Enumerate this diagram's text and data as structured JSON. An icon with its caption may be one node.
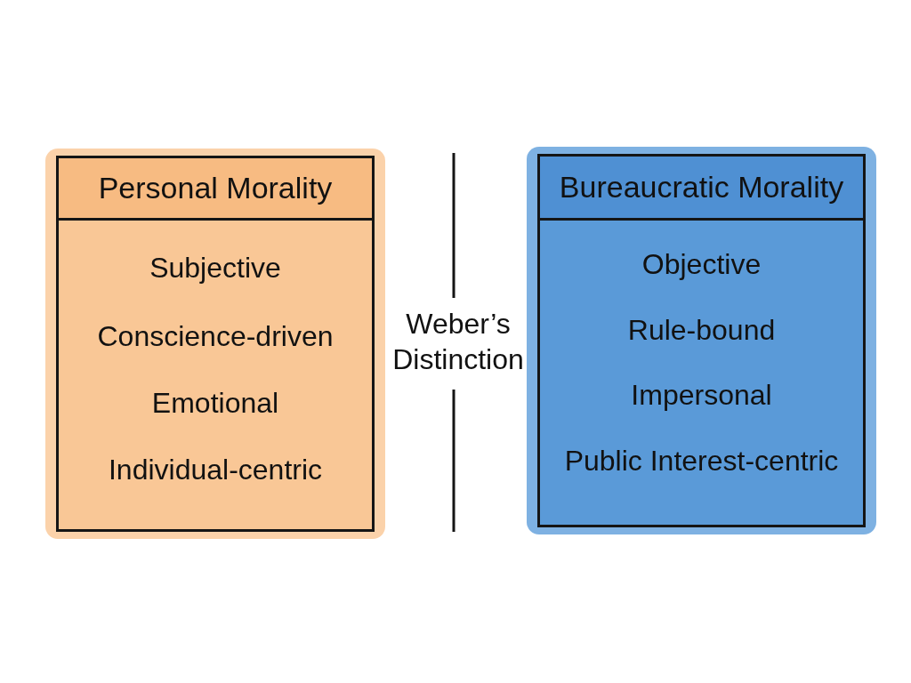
{
  "diagram": {
    "nodes": [
      {
        "text": [
          "Personal Morality",
          "Subjective",
          "Conscience-driven",
          "Emotional",
          "Individual-centric"
        ]
      },
      {
        "text": [
          "Bureaucratic Morality",
          "Objective",
          "Rule-bound",
          "Impersonal",
          "Public Interest-centric"
        ]
      }
    ],
    "edges": [],
    "labels": [
      "Weber’s Distinction"
    ]
  }
}
